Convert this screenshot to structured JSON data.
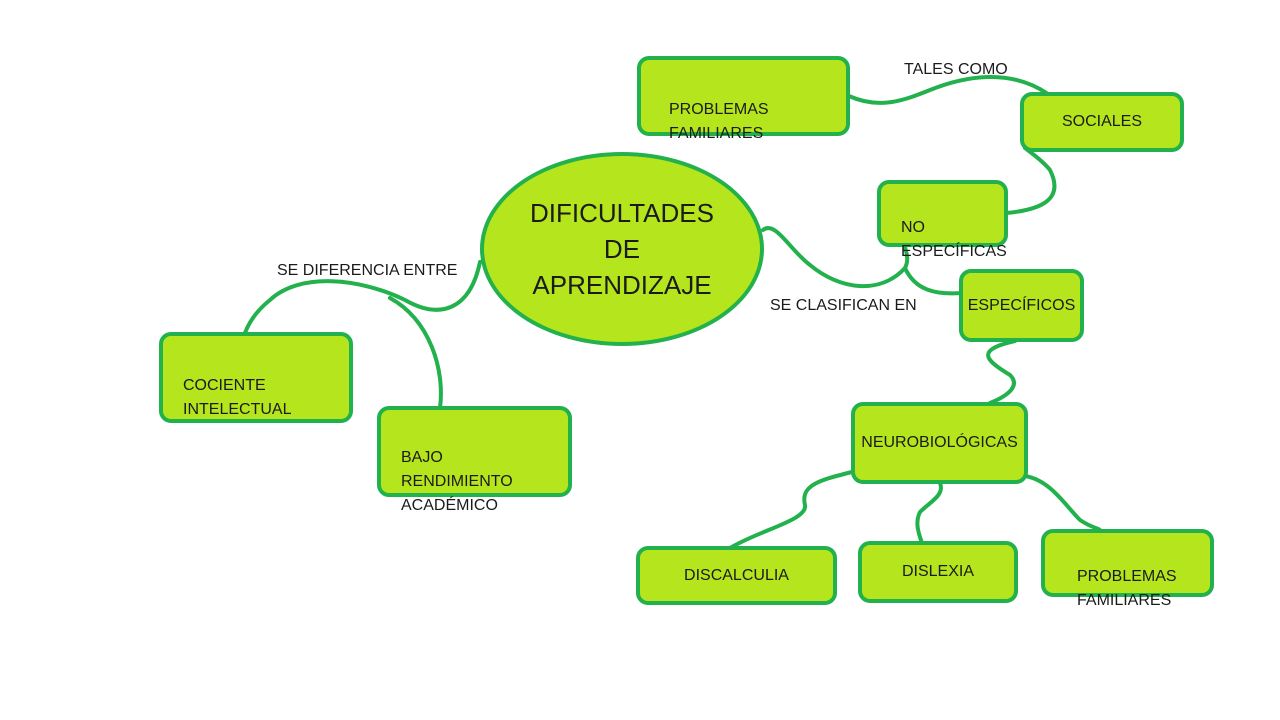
{
  "diagram": {
    "center": "DIFICULTADES\nDE\nAPRENDIZAJE",
    "nodes": {
      "cociente": "COCIENTE\nINTELECTUAL",
      "bajo_rendimiento": "BAJO\nRENDIMIENTO\nACADÉMICO",
      "problemas_familiares_top": "PROBLEMAS\nFAMILIARES",
      "sociales": "SOCIALES",
      "no_especificas": "NO\nESPECÍFICAS",
      "especificos": "ESPECÍFICOS",
      "neurobiologicas": "NEUROBIOLÓGICAS",
      "discalculia": "DISCALCULIA",
      "dislexia": "DISLEXIA",
      "problemas_familiares_bottom": "PROBLEMAS\nFAMILIARES"
    },
    "edge_labels": {
      "se_diferencia": "SE DIFERENCIA ENTRE",
      "tales_como": "TALES COMO",
      "se_clasifican": "SE CLASIFICAN EN"
    },
    "colors": {
      "fill": "#b5e61d",
      "stroke": "#22b14c"
    }
  }
}
